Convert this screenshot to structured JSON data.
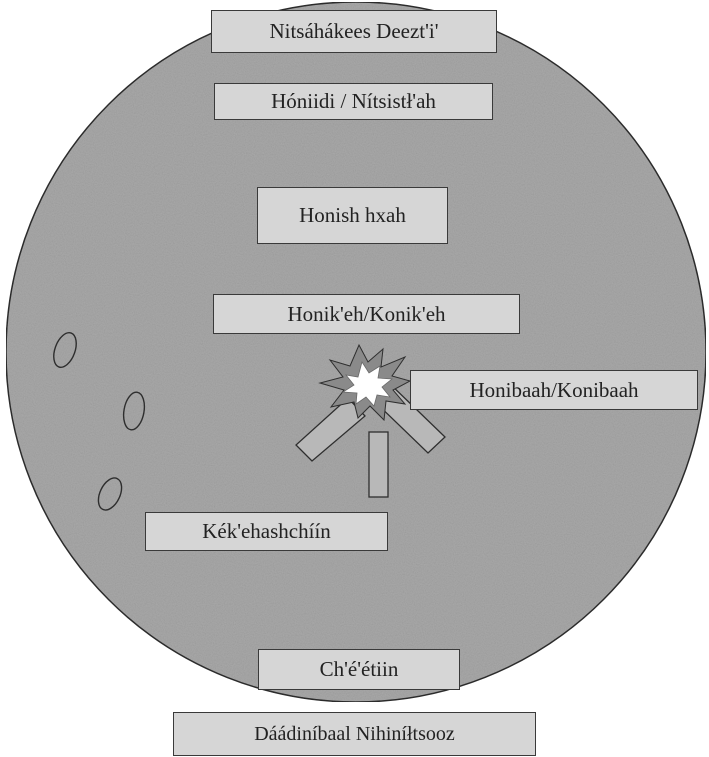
{
  "labels": {
    "top": "Nitsáhákees Deezt'i'",
    "second": "Hóniidi / Nítsistł'ah",
    "third": "Honish hxah",
    "fourth": "Honik'eh/Konik'eh",
    "burst": "Honibaah/Konibaah",
    "left": "Kék'ehashchíín",
    "bottom_inner": "Ch'é'étiin",
    "bottom_outer": "Dáádiníbaal Nihiníłtsooz"
  },
  "colors": {
    "circle_fill": "#a9a9a9",
    "label_fill": "#d6d6d6",
    "outline": "#3a3a3a",
    "burst_outer": "#8a8a8a",
    "burst_inner": "#ffffff"
  }
}
